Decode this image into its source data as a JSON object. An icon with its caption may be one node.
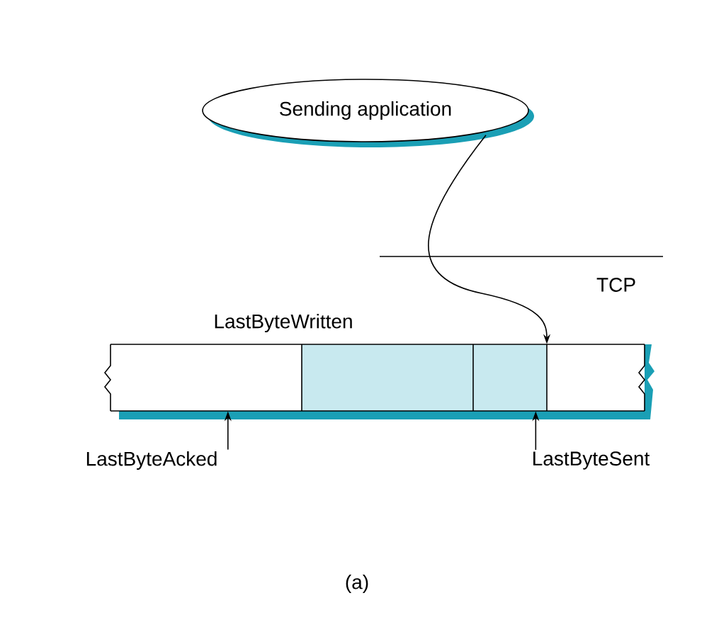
{
  "diagram": {
    "caption": "(a)",
    "nodes": [
      {
        "text": [
          "Sending application"
        ]
      },
      {
        "text": [],
        "shape": "bar",
        "beside": [
          "LastByteWritten"
        ]
      },
      {
        "text": [
          "LastByteAcked"
        ]
      },
      {
        "text": [
          "LastByteSent"
        ]
      }
    ],
    "edges": [
      {
        "from": 0,
        "to": 1,
        "arrow": "to"
      },
      {
        "from": 2,
        "to": 1,
        "arrow": "to"
      },
      {
        "from": 3,
        "to": 1,
        "arrow": "to"
      }
    ],
    "labels": [
      "TCP"
    ]
  }
}
